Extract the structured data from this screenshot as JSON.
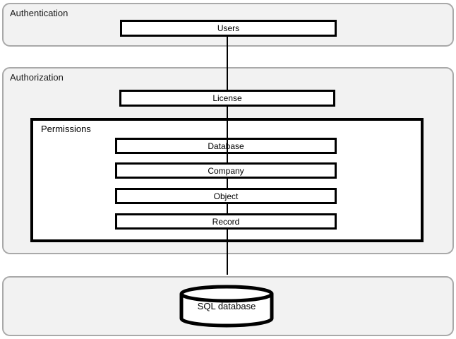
{
  "title": "Authentication and authorization architecture diagram",
  "colors": {
    "background": "#ffffff",
    "section_fill": "#f2f2f2",
    "section_border": "#a9a9a9",
    "box_fill": "#ffffff",
    "box_border": "#000000",
    "connector": "#000000",
    "text": "#1a1a1a"
  },
  "sections": {
    "authentication": {
      "label": "Authentication",
      "users_box": "Users"
    },
    "authorization": {
      "label": "Authorization",
      "license_box": "License",
      "permissions": {
        "label": "Permissions",
        "boxes": [
          "Database",
          "Company",
          "Object",
          "Record"
        ]
      }
    },
    "storage": {
      "database_label": "SQL database"
    }
  }
}
